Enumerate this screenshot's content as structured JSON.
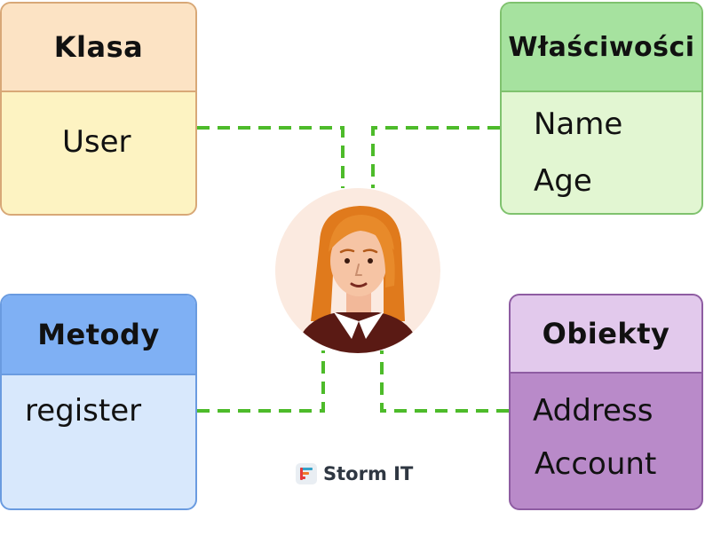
{
  "boxes": {
    "class": {
      "title": "Klasa",
      "items": [
        "User"
      ]
    },
    "properties": {
      "title": "Właściwości",
      "items": [
        "Name",
        "Age"
      ]
    },
    "methods": {
      "title": "Metody",
      "items": [
        "register"
      ]
    },
    "objects": {
      "title": "Obiekty",
      "items": [
        "Address",
        "Account"
      ]
    }
  },
  "logo": {
    "text": "Storm IT",
    "icon": "storm-it-logo-icon"
  },
  "center": {
    "icon": "woman-avatar-icon"
  },
  "colors": {
    "connector": "#4dbb2a",
    "class_header": "#fce3c4",
    "class_body": "#fdf3c2",
    "properties_header": "#a6e29f",
    "properties_body": "#e2f6d2",
    "methods_header": "#7fb0f4",
    "methods_body": "#d8e8fc",
    "objects_header": "#e2c9ec",
    "objects_body": "#b98ac9"
  }
}
